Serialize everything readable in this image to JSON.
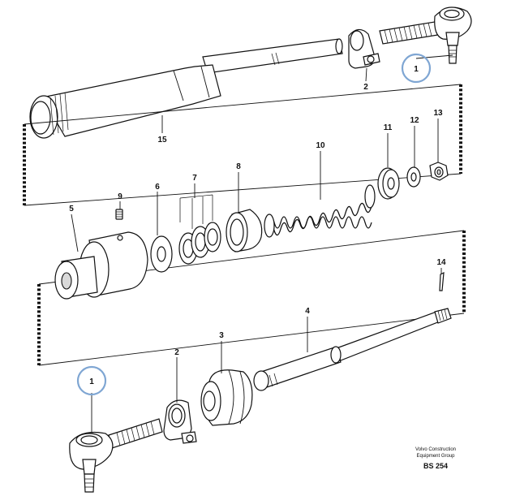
{
  "callouts": {
    "c1_top": "1",
    "c2_top": "2",
    "c15": "15",
    "c10": "10",
    "c11": "11",
    "c12": "12",
    "c13": "13",
    "c9": "9",
    "c6": "6",
    "c7": "7",
    "c8": "8",
    "c5": "5",
    "c14": "14",
    "c4": "4",
    "c3": "3",
    "c2_bottom": "2",
    "c1_bottom": "1"
  },
  "footer": {
    "company_line1": "Volvo Construction",
    "company_line2": "Equipment Group",
    "code": "BS 254"
  },
  "colors": {
    "highlight_circle": "#7fa6d3",
    "line": "#111111",
    "shade": "#d9d9d9"
  }
}
